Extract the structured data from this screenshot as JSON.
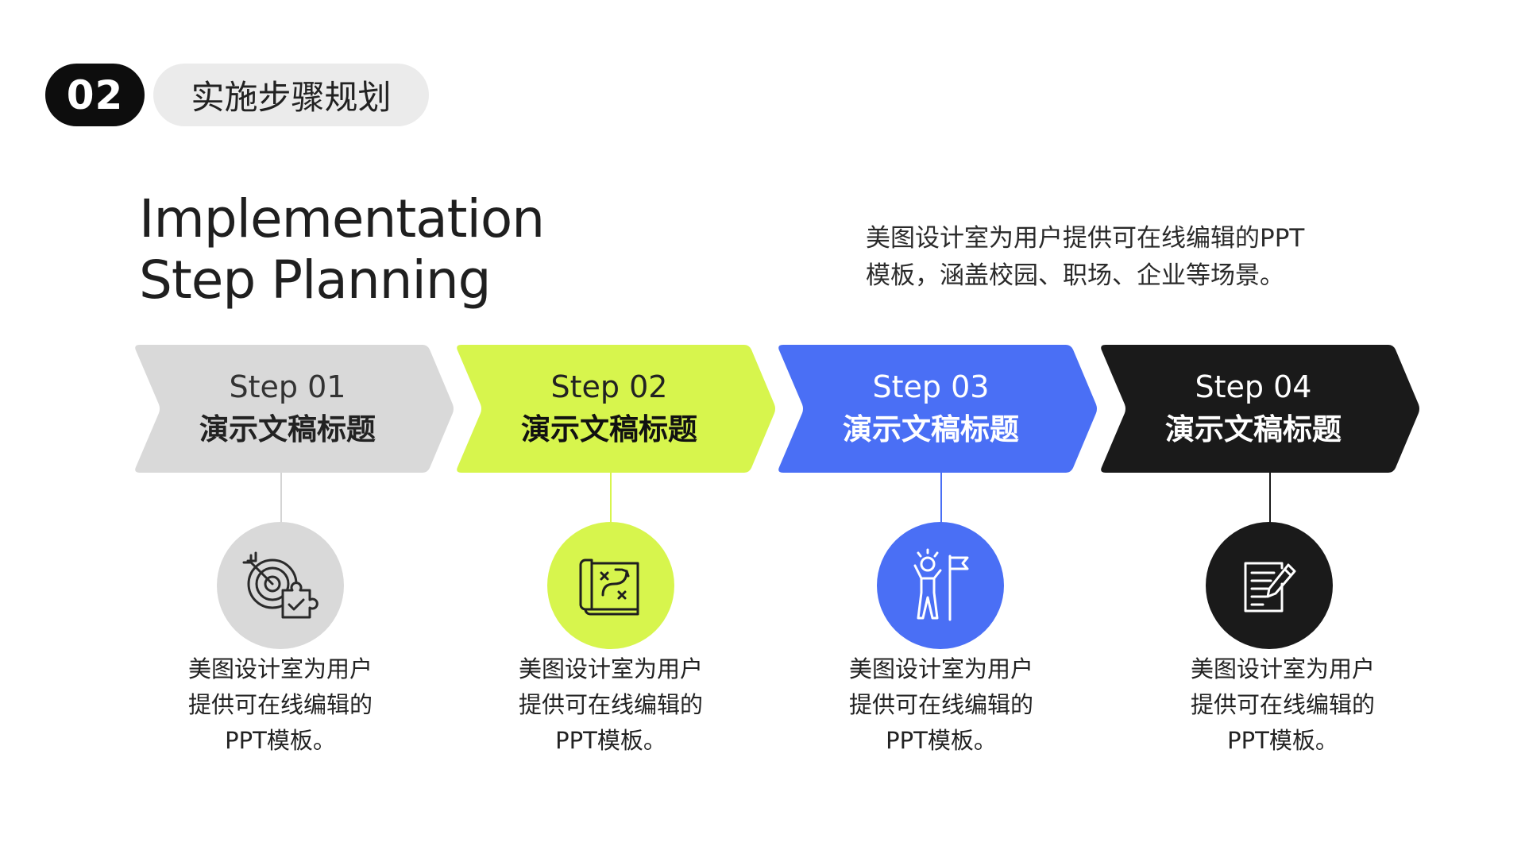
{
  "header": {
    "number": "02",
    "section_title": "实施步骤规划"
  },
  "title": {
    "line1": "Implementation",
    "line2": "Step Planning"
  },
  "intro": {
    "line1": "美图设计室为用户提供可在线编辑的PPT",
    "line2": "模板，涵盖校园、职场、企业等场景。"
  },
  "colors": {
    "step1": "#d9d9d9",
    "step2": "#d7f54d",
    "step3": "#4a6ff5",
    "step4": "#1a1a1a"
  },
  "steps": [
    {
      "label": "Step 01",
      "title": "演示文稿标题",
      "icon": "target-puzzle-icon",
      "desc_lines": [
        "美图设计室为用户",
        "提供可在线编辑的",
        "PPT模板。"
      ]
    },
    {
      "label": "Step 02",
      "title": "演示文稿标题",
      "icon": "strategy-map-icon",
      "desc_lines": [
        "美图设计室为用户",
        "提供可在线编辑的",
        "PPT模板。"
      ]
    },
    {
      "label": "Step 03",
      "title": "演示文稿标题",
      "icon": "person-flag-icon",
      "desc_lines": [
        "美图设计室为用户",
        "提供可在线编辑的",
        "PPT模板。"
      ]
    },
    {
      "label": "Step 04",
      "title": "演示文稿标题",
      "icon": "document-pen-icon",
      "desc_lines": [
        "美图设计室为用户",
        "提供可在线编辑的",
        "PPT模板。"
      ]
    }
  ]
}
